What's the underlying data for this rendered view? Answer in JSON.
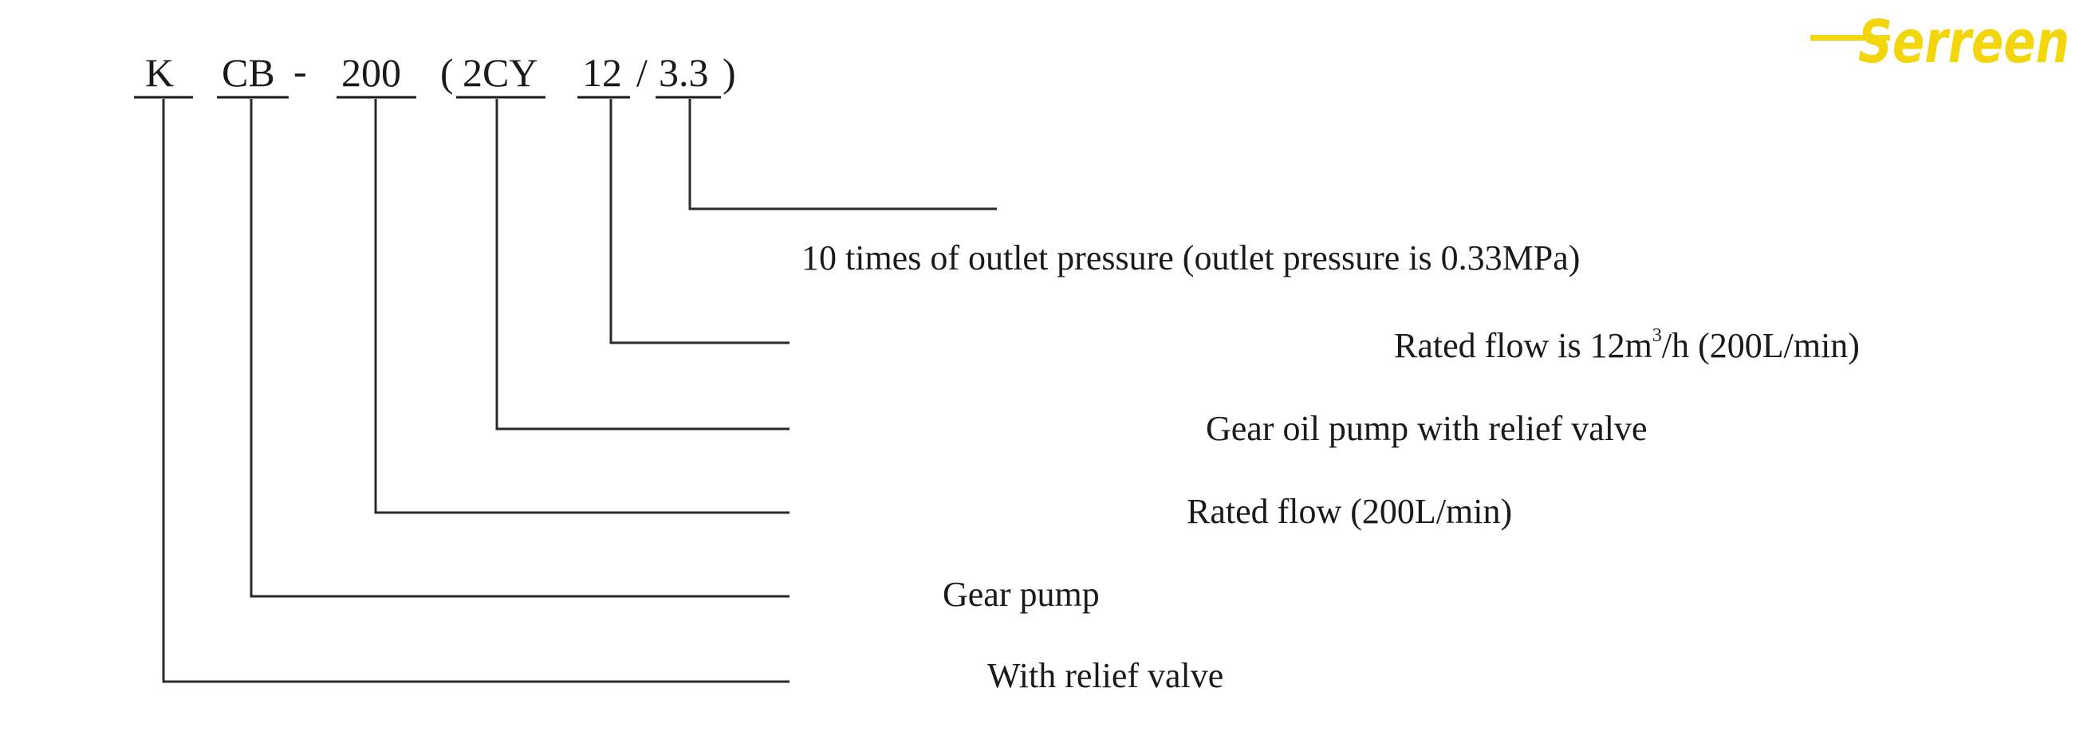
{
  "brand": {
    "logo_text": "Serreen",
    "logo_color": "#f2d60b"
  },
  "model_code": {
    "segments": [
      {
        "id": "k",
        "text": "K"
      },
      {
        "id": "cb",
        "text": "CB"
      },
      {
        "id": "dash",
        "text": "-"
      },
      {
        "id": "flow",
        "text": "200"
      },
      {
        "id": "paren-open",
        "text": "("
      },
      {
        "id": "type",
        "text": "2CY"
      },
      {
        "id": "rated",
        "text": "12"
      },
      {
        "id": "slash",
        "text": "/"
      },
      {
        "id": "pressure",
        "text": "3.3"
      },
      {
        "id": "paren-close",
        "text": ")"
      }
    ]
  },
  "descriptions": {
    "pressure": "10 times of outlet pressure (outlet pressure is 0.33MPa)",
    "rated_flow_main": "Rated flow is 12m",
    "rated_flow_sup": "3",
    "rated_flow_tail": "/h (200L/min)",
    "gear_oil_pump": "Gear oil pump with relief valve",
    "rated_flow": "Rated flow (200L/min)",
    "gear_pump": "Gear pump",
    "relief_valve": "With relief valve"
  },
  "colors": {
    "ink": "#1a1a1a",
    "background": "#ffffff"
  }
}
